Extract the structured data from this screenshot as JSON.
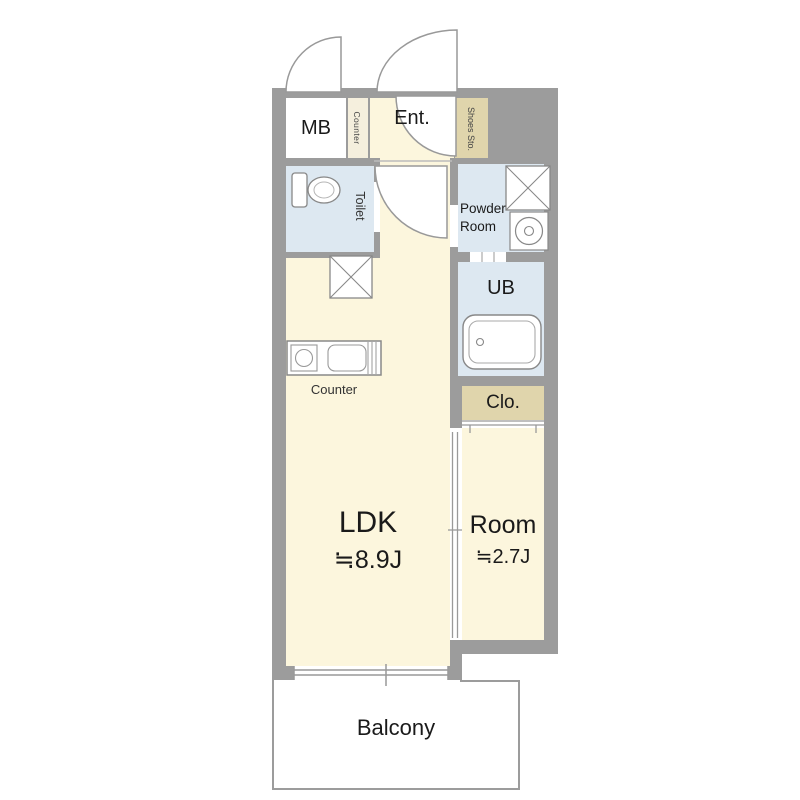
{
  "page": {
    "background": "#ffffff"
  },
  "plan": {
    "rooms": {
      "mb": {
        "label": "MB"
      },
      "counter_box": {
        "label": "Counter"
      },
      "entrance": {
        "label": "Ent."
      },
      "shoes": {
        "label": "Shoes Sto."
      },
      "toilet": {
        "label": "Toilet"
      },
      "powder": {
        "line1": "Powder",
        "line2": "Room"
      },
      "ub": {
        "label": "UB"
      },
      "closet": {
        "label": "Clo."
      },
      "ldk": {
        "label": "LDK",
        "size": "≒8.9J"
      },
      "room": {
        "label": "Room",
        "size": "≒2.7J"
      },
      "kitchen": {
        "label": "Counter"
      },
      "balcony": {
        "label": "Balcony"
      }
    },
    "colors": {
      "wall": "#9c9c9c",
      "floor_cream": "#fcf6dd",
      "wet_area_blue": "#dde8f1",
      "storage_tan": "#e0d5ac",
      "outline": "#999999"
    },
    "icons": [
      "toilet-icon",
      "bathtub-icon",
      "washing-machine-icon",
      "washer-pan-x-icon",
      "pipe-space-x-icon",
      "stove-icon",
      "sink-icon",
      "door-arc-icon",
      "window-icon",
      "sliding-door-icon"
    ]
  }
}
